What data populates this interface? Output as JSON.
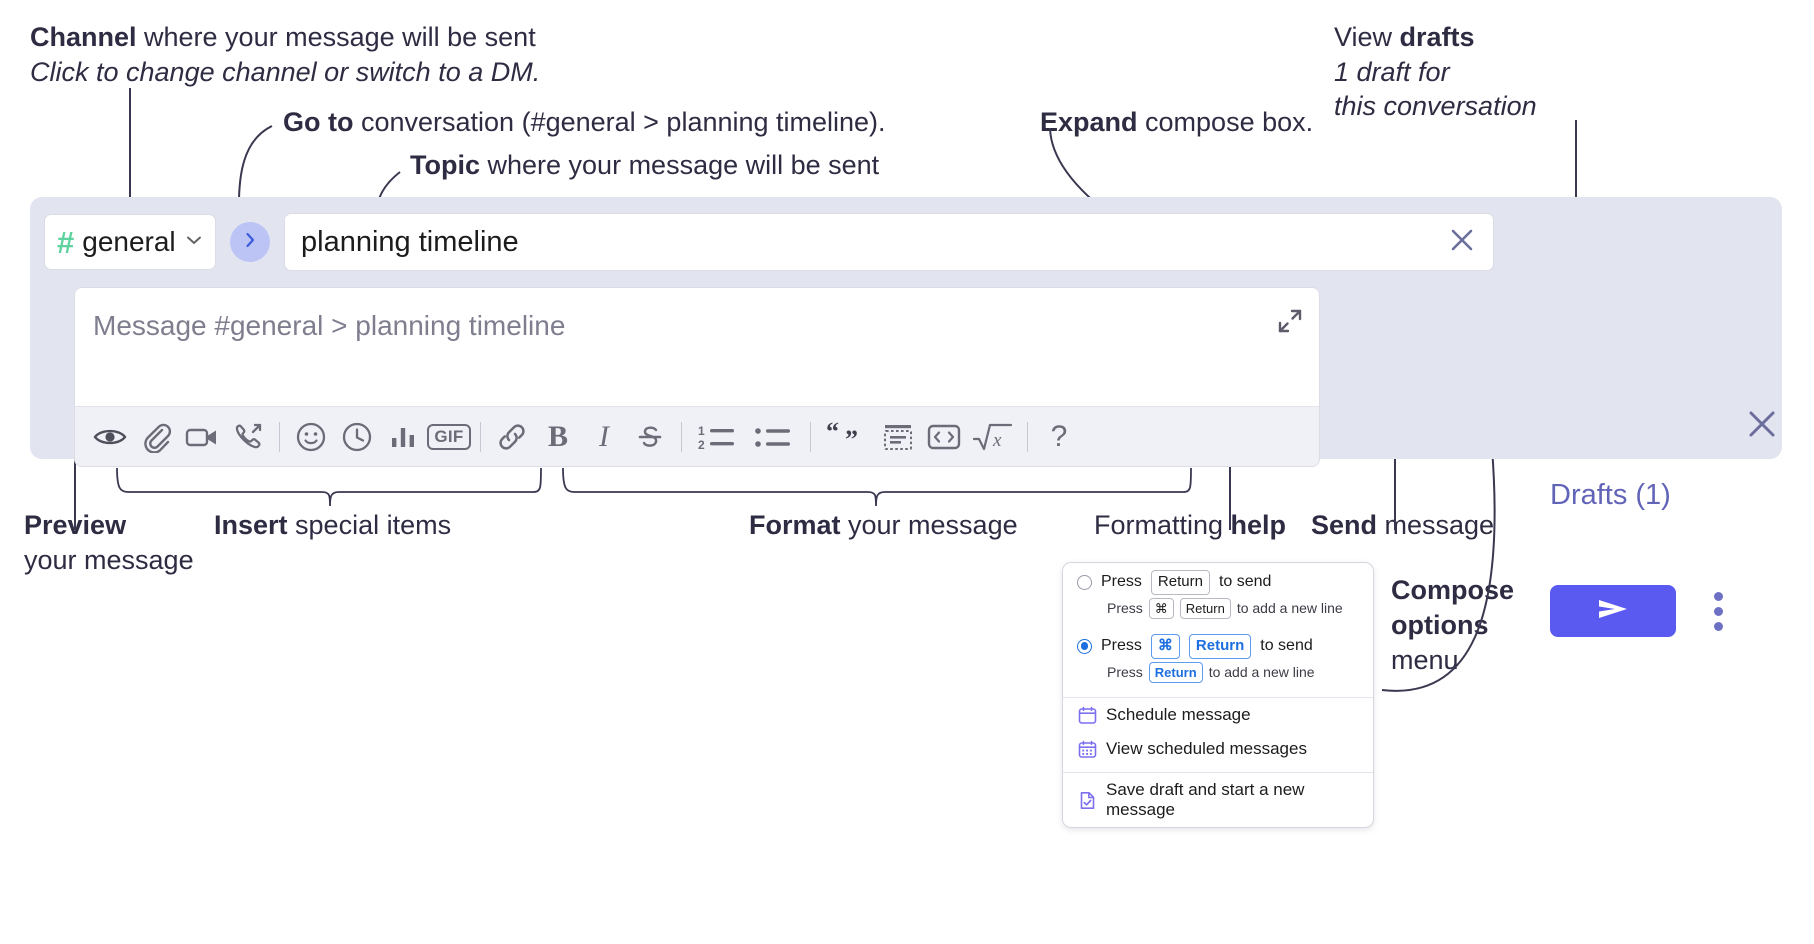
{
  "annotations": {
    "channel": {
      "bold": "Channel",
      "rest": " where your message will be sent",
      "italic": "Click to change channel or switch to a DM."
    },
    "goto": {
      "bold": "Go to",
      "rest": " conversation (#general > planning timeline)."
    },
    "topic": {
      "bold": "Topic",
      "rest": " where your message will be sent"
    },
    "expand": {
      "bold": "Expand",
      "rest": " compose box."
    },
    "drafts": {
      "pre": "View ",
      "bold": "drafts",
      "italic1": "1 draft for",
      "italic2": "this conversation"
    },
    "preview": {
      "bold": "Preview",
      "rest": "your message"
    },
    "insert": {
      "bold": "Insert",
      "rest": " special items"
    },
    "format": {
      "bold": "Format",
      "rest": " your message"
    },
    "help": {
      "pre": "Formatting ",
      "bold": "help"
    },
    "send": {
      "bold": "Send",
      "rest": " message"
    },
    "compose_options": {
      "bold1": "Compose",
      "bold2": "options",
      "rest": "menu"
    }
  },
  "compose": {
    "channel_button": {
      "hash": "#",
      "name": "general",
      "caret": "chevron-down"
    },
    "goto_button_icon": "chevron-right",
    "topic": {
      "value": "planning timeline",
      "clear_icon": "close-x"
    },
    "message": {
      "placeholder": "Message #general > planning timeline",
      "expand_icon": "expand-arrows"
    },
    "toolbar_icons": [
      {
        "name": "preview-eye-icon",
        "label": "Preview"
      },
      {
        "name": "attachment-paperclip-icon",
        "label": "Attach"
      },
      {
        "name": "video-camera-icon",
        "label": "Video clip"
      },
      {
        "name": "audio-call-icon",
        "label": "Audio clip"
      },
      {
        "name": "emoji-icon",
        "label": "Emoji"
      },
      {
        "name": "clock-icon",
        "label": "Reminder"
      },
      {
        "name": "poll-bar-chart-icon",
        "label": "Poll"
      },
      {
        "name": "gif-icon",
        "label": "GIF"
      },
      {
        "name": "link-icon",
        "label": "Link"
      },
      {
        "name": "bold-icon",
        "label": "B"
      },
      {
        "name": "italic-icon",
        "label": "I"
      },
      {
        "name": "strikethrough-icon",
        "label": "Strikethrough"
      },
      {
        "name": "ordered-list-icon",
        "label": "Ordered list"
      },
      {
        "name": "bulleted-list-icon",
        "label": "Bulleted list"
      },
      {
        "name": "blockquote-icon",
        "label": "Blockquote"
      },
      {
        "name": "code-block-icon",
        "label": "Code block"
      },
      {
        "name": "inline-code-icon",
        "label": "Code"
      },
      {
        "name": "math-icon",
        "label": "Math"
      },
      {
        "name": "help-question-icon",
        "label": "?"
      }
    ],
    "gif_label": "GIF",
    "bold_label": "B",
    "italic_label": "I",
    "help_label": "?",
    "drafts_label": "Drafts (1)",
    "send_icon": "send-paper-plane-icon",
    "kebab_icon": "more-options-vertical-icon",
    "close_icon": "close-x-icon"
  },
  "menu": {
    "option_1": {
      "pre": "Press",
      "key": "Return",
      "post": "to send",
      "selected": false
    },
    "option_1_sub": {
      "pre": "Press",
      "key1": "⌘",
      "key2": "Return",
      "post": "to add a new line"
    },
    "option_2": {
      "pre": "Press",
      "key1": "⌘",
      "key2": "Return",
      "post": "to send",
      "selected": true
    },
    "option_2_sub": {
      "pre": "Press",
      "key": "Return",
      "post": "to add a new line"
    },
    "items": [
      {
        "icon": "calendar-schedule-icon",
        "label": "Schedule message"
      },
      {
        "icon": "calendar-grid-icon",
        "label": "View scheduled messages"
      },
      {
        "icon": "save-draft-file-icon",
        "label": "Save draft and start a new message"
      }
    ]
  },
  "colors": {
    "accent": "#5a5af0",
    "compose_bg": "#e2e4f0",
    "hash_green": "#5ed39e",
    "drafts_purple": "#6264b8",
    "blue_key": "#1d6fe0"
  }
}
